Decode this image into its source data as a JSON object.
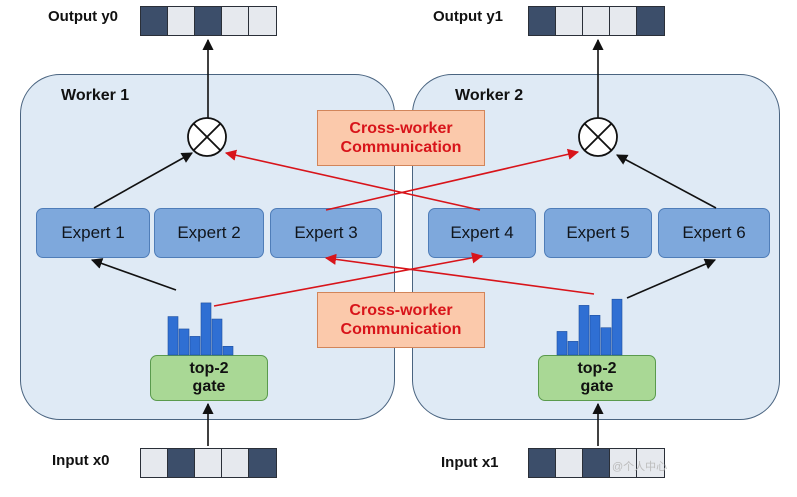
{
  "workers": [
    {
      "title": "Worker 1",
      "gate": {
        "line1": "top-2",
        "line2": "gate"
      },
      "experts": [
        "Expert 1",
        "Expert 2",
        "Expert 3"
      ],
      "histogram": [
        0.62,
        0.42,
        0.3,
        0.84,
        0.58,
        0.14
      ]
    },
    {
      "title": "Worker 2",
      "gate": {
        "line1": "top-2",
        "line2": "gate"
      },
      "experts": [
        "Expert 4",
        "Expert 5",
        "Expert 6"
      ],
      "histogram": [
        0.38,
        0.22,
        0.8,
        0.64,
        0.44,
        0.9
      ]
    }
  ],
  "communication": [
    {
      "line1": "Cross-worker",
      "line2": "Communication"
    },
    {
      "line1": "Cross-worker",
      "line2": "Communication"
    }
  ],
  "outputs": [
    {
      "label": "Output y0",
      "cells": [
        "dark",
        "light",
        "dark",
        "light",
        "light"
      ]
    },
    {
      "label": "Output y1",
      "cells": [
        "dark",
        "light",
        "light",
        "light",
        "dark"
      ]
    }
  ],
  "inputs": [
    {
      "label": "Input x0",
      "cells": [
        "light",
        "dark",
        "light",
        "light",
        "dark"
      ]
    },
    {
      "label": "Input x1",
      "cells": [
        "dark",
        "light",
        "dark",
        "light",
        "light"
      ]
    }
  ],
  "watermark": "@个人中心",
  "colors": {
    "cell_dark": "#3c4e6a",
    "cell_light": "#e6e9ee",
    "bar": "#2f6fd3",
    "local_arrow": "#111111",
    "cross_arrow": "#d8141a"
  }
}
